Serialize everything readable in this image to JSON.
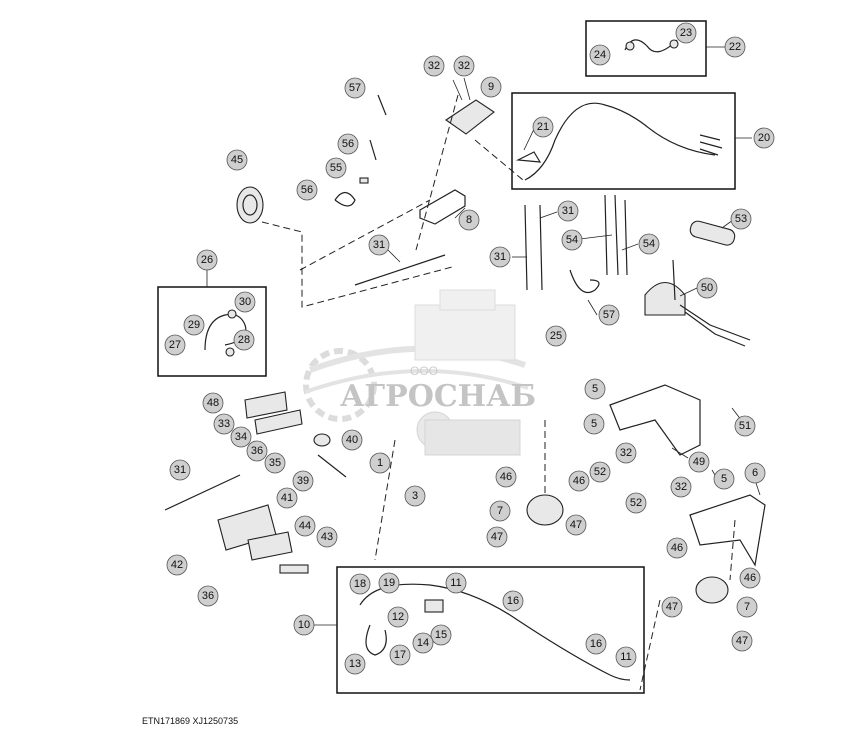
{
  "diagram": {
    "footer_code": "ETN171869  XJ1250735",
    "watermark_small": "ООО",
    "watermark_big": "АГРОСНАБ",
    "callouts": [
      {
        "id": "22",
        "label": "22"
      },
      {
        "id": "23",
        "label": "23"
      },
      {
        "id": "24",
        "label": "24"
      },
      {
        "id": "32a",
        "label": "32"
      },
      {
        "id": "32b",
        "label": "32"
      },
      {
        "id": "9",
        "label": "9"
      },
      {
        "id": "57a",
        "label": "57"
      },
      {
        "id": "20",
        "label": "20"
      },
      {
        "id": "21",
        "label": "21"
      },
      {
        "id": "56a",
        "label": "56"
      },
      {
        "id": "45",
        "label": "45"
      },
      {
        "id": "55",
        "label": "55"
      },
      {
        "id": "56b",
        "label": "56"
      },
      {
        "id": "8",
        "label": "8"
      },
      {
        "id": "31a",
        "label": "31"
      },
      {
        "id": "53",
        "label": "53"
      },
      {
        "id": "26",
        "label": "26"
      },
      {
        "id": "31b",
        "label": "31"
      },
      {
        "id": "54a",
        "label": "54"
      },
      {
        "id": "54b",
        "label": "54"
      },
      {
        "id": "31c",
        "label": "31"
      },
      {
        "id": "50",
        "label": "50"
      },
      {
        "id": "30",
        "label": "30"
      },
      {
        "id": "29",
        "label": "29"
      },
      {
        "id": "57b",
        "label": "57"
      },
      {
        "id": "25",
        "label": "25"
      },
      {
        "id": "27",
        "label": "27"
      },
      {
        "id": "28",
        "label": "28"
      },
      {
        "id": "5a",
        "label": "5"
      },
      {
        "id": "48",
        "label": "48"
      },
      {
        "id": "5b",
        "label": "5"
      },
      {
        "id": "51",
        "label": "51"
      },
      {
        "id": "33",
        "label": "33"
      },
      {
        "id": "34",
        "label": "34"
      },
      {
        "id": "40",
        "label": "40"
      },
      {
        "id": "36a",
        "label": "36"
      },
      {
        "id": "35",
        "label": "35"
      },
      {
        "id": "1",
        "label": "1"
      },
      {
        "id": "32c",
        "label": "32"
      },
      {
        "id": "49",
        "label": "49"
      },
      {
        "id": "52a",
        "label": "52"
      },
      {
        "id": "31d",
        "label": "31"
      },
      {
        "id": "39",
        "label": "39"
      },
      {
        "id": "46a",
        "label": "46"
      },
      {
        "id": "46b",
        "label": "46"
      },
      {
        "id": "32d",
        "label": "32"
      },
      {
        "id": "5c",
        "label": "5"
      },
      {
        "id": "6",
        "label": "6"
      },
      {
        "id": "41",
        "label": "41"
      },
      {
        "id": "3",
        "label": "3"
      },
      {
        "id": "52b",
        "label": "52"
      },
      {
        "id": "7a",
        "label": "7"
      },
      {
        "id": "47a",
        "label": "47"
      },
      {
        "id": "44",
        "label": "44"
      },
      {
        "id": "47b",
        "label": "47"
      },
      {
        "id": "43",
        "label": "43"
      },
      {
        "id": "42",
        "label": "42"
      },
      {
        "id": "46c",
        "label": "46"
      },
      {
        "id": "46d",
        "label": "46"
      },
      {
        "id": "36b",
        "label": "36"
      },
      {
        "id": "18",
        "label": "18"
      },
      {
        "id": "19",
        "label": "19"
      },
      {
        "id": "11a",
        "label": "11"
      },
      {
        "id": "16a",
        "label": "16"
      },
      {
        "id": "47c",
        "label": "47"
      },
      {
        "id": "7b",
        "label": "7"
      },
      {
        "id": "10",
        "label": "10"
      },
      {
        "id": "12",
        "label": "12"
      },
      {
        "id": "15",
        "label": "15"
      },
      {
        "id": "14",
        "label": "14"
      },
      {
        "id": "47d",
        "label": "47"
      },
      {
        "id": "13",
        "label": "13"
      },
      {
        "id": "17",
        "label": "17"
      },
      {
        "id": "16b",
        "label": "16"
      },
      {
        "id": "11b",
        "label": "11"
      }
    ]
  }
}
